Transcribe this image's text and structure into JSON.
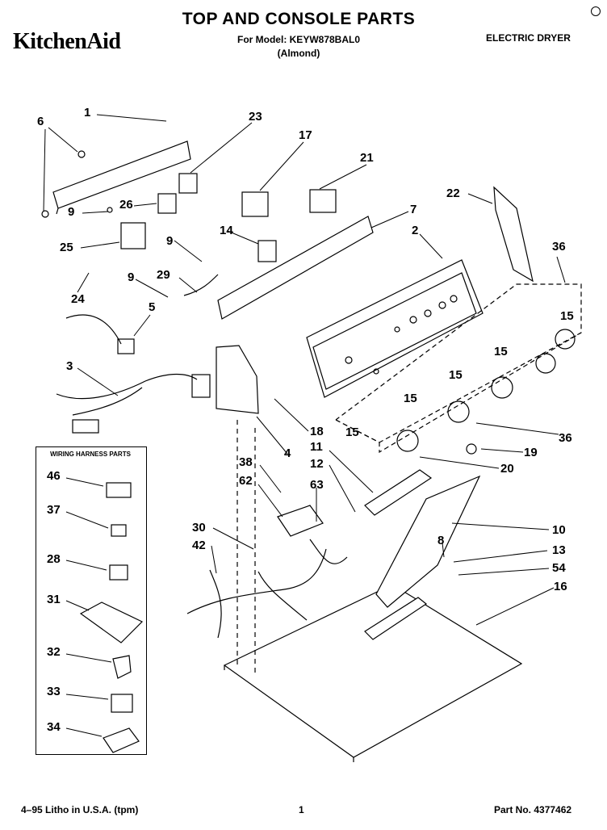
{
  "header": {
    "brand": "KitchenAid",
    "title": "TOP AND CONSOLE PARTS",
    "model_line": "For Model: KEYW878BAL0",
    "color_line": "(Almond)",
    "product_type": "ELECTRIC DRYER"
  },
  "footer": {
    "print_info": "4–95 Litho in U.S.A. (tpm)",
    "page_number": "1",
    "part_number": "Part No. 4377462"
  },
  "wiring_harness_box": {
    "title": "WIRING HARNESS PARTS",
    "parts": [
      "46",
      "37",
      "28",
      "31",
      "32",
      "33",
      "34"
    ]
  },
  "callouts": [
    "1",
    "6",
    "23",
    "17",
    "21",
    "22",
    "7",
    "2",
    "26",
    "9",
    "9",
    "25",
    "14",
    "9",
    "29",
    "24",
    "5",
    "36",
    "15",
    "15",
    "15",
    "15",
    "15",
    "3",
    "18",
    "4",
    "36",
    "19",
    "20",
    "11",
    "12",
    "38",
    "62",
    "63",
    "30",
    "42",
    "8",
    "10",
    "13",
    "54",
    "16"
  ]
}
